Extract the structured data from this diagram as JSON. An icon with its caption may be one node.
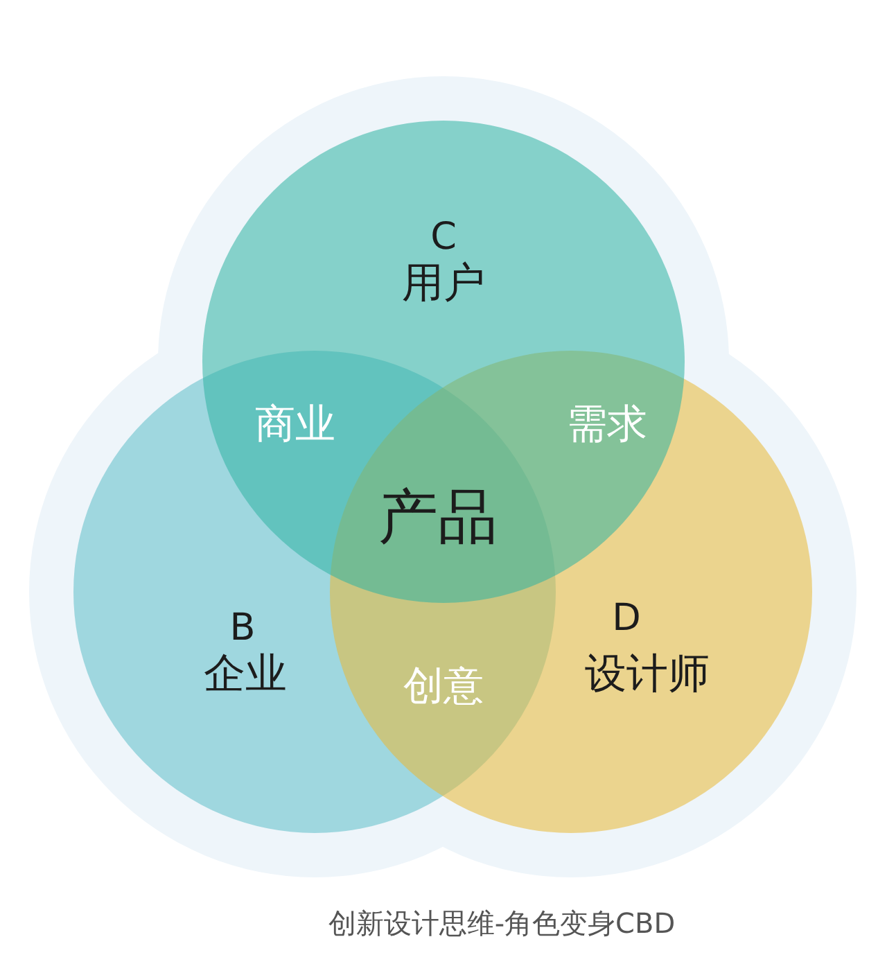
{
  "diagram": {
    "caption": "创新设计思维-角色变身CBD",
    "nodes": [
      {
        "text": [
          "C",
          "用户"
        ]
      },
      {
        "text": [
          "B",
          "企业"
        ]
      },
      {
        "text": [
          "D",
          "设计师"
        ]
      }
    ],
    "labels": [
      "商业",
      "需求",
      "产品",
      "创意"
    ]
  }
}
